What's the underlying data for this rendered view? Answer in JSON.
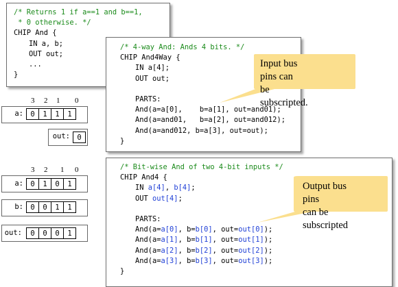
{
  "and_chip": {
    "lines": [
      "/* Returns 1 if a==1 and b==1,",
      " * 0 otherwise. */",
      "CHIP And {",
      "IN a, b;",
      "OUT out;",
      "...",
      "}"
    ]
  },
  "and4way_chip": {
    "comment": "/* 4-way And: Ands 4 bits. */",
    "header": "CHIP And4Way {",
    "in_line": "IN a[4];",
    "out_line": "OUT out;",
    "parts": "PARTS:",
    "calls": [
      "And(a=a[0],    b=a[1], out=and01);",
      "And(a=and01,   b=a[2], out=and012);",
      "And(a=and012, b=a[3], out=out);"
    ],
    "close": "}"
  },
  "and4_chip": {
    "comment": "/* Bit-wise And of two 4-bit inputs */",
    "header": "CHIP And4 {",
    "in_kw": "IN ",
    "in_a": "a[4]",
    "in_sep": ", ",
    "in_b": "b[4]",
    "in_end": ";",
    "out_kw": "OUT ",
    "out_v": "out[4]",
    "out_end": ";",
    "parts": "PARTS:",
    "calls": [
      {
        "p": "And(a=",
        "a": "a[0]",
        "m": ", b=",
        "b": "b[0]",
        "n": ", out=",
        "o": "out[0]",
        "e": ");"
      },
      {
        "p": "And(a=",
        "a": "a[1]",
        "m": ", b=",
        "b": "b[1]",
        "n": ", out=",
        "o": "out[1]",
        "e": ");"
      },
      {
        "p": "And(a=",
        "a": "a[2]",
        "m": ", b=",
        "b": "b[2]",
        "n": ", out=",
        "o": "out[2]",
        "e": ");"
      },
      {
        "p": "And(a=",
        "a": "a[3]",
        "m": ", b=",
        "b": "b[3]",
        "n": ", out=",
        "o": "out[3]",
        "e": ");"
      }
    ],
    "close": "}"
  },
  "callouts": {
    "input": [
      "Input bus pins can",
      "be subscripted."
    ],
    "output": [
      "Output bus pins",
      "can be subscripted"
    ]
  },
  "example1": {
    "bit_indices": [
      "3",
      "2",
      "1",
      "0"
    ],
    "a_label": "a:",
    "a_bits": [
      "0",
      "1",
      "1",
      "1"
    ],
    "out_label": "out:",
    "out_bit": "0"
  },
  "example2": {
    "bit_indices": [
      "3",
      "2",
      "1",
      "0"
    ],
    "a_label": "a:",
    "a_bits": [
      "0",
      "1",
      "0",
      "1"
    ],
    "b_label": "b:",
    "b_bits": [
      "0",
      "0",
      "1",
      "1"
    ],
    "out_label": "out:",
    "out_bits": [
      "0",
      "0",
      "0",
      "1"
    ]
  },
  "colors": {
    "comment": "#1a8a1a",
    "bus": "#1f3fd6",
    "callout_fill": "#fbdf8e"
  }
}
